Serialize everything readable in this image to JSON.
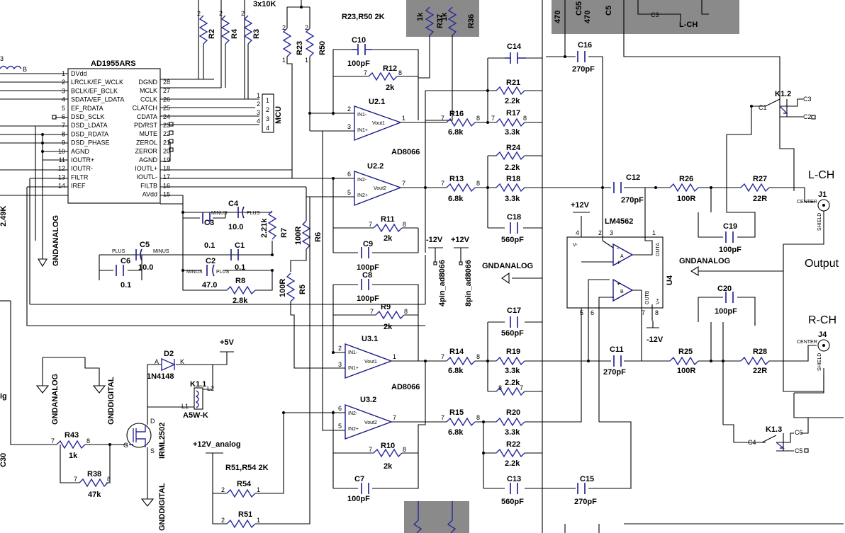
{
  "notes": {
    "r23_r50": "R23,R50 2K",
    "r51_r54": "R51,R54 2K",
    "r2_r3_r4_value": "3x10K",
    "ad8066_top": "AD8066",
    "ad8066_bottom": "AD8066",
    "pin4": "4pin_ad8066",
    "pin8": "8pin_ad8066",
    "output": "Output",
    "l_ch": "L-CH",
    "r_ch": "R-CH",
    "l_ch_top": "L-CH",
    "sig": "ig",
    "c30": "C30",
    "r_left": "2.49K"
  },
  "power": {
    "plus5": "+5V",
    "plus12": "+12V",
    "plus12_opamp": "+12V",
    "minus12_opamp": "-12V",
    "plus12_analog": "+12V_analog",
    "minus12_u4": "-12V",
    "gndanalog_left": "GNDANALOG",
    "gndanalog_mid": "GNDANALOG",
    "gndanalog_right": "GNDANALOG",
    "gndanalog_bl": "GNDANALOG",
    "gnddigital_bl": "GNDDIGITAL",
    "gnddigital_bottom": "GNDDIGITAL"
  },
  "dac": {
    "name": "AD1955ARS",
    "left_pins": [
      {
        "num": "1",
        "name": "DVdd"
      },
      {
        "num": "2",
        "name": "LRCLK/EF_WCLK"
      },
      {
        "num": "3",
        "name": "BCLK/EF_BCLK"
      },
      {
        "num": "4",
        "name": "SDATA/EF_LDATA"
      },
      {
        "num": "5",
        "name": "EF_RDATA"
      },
      {
        "num": "6",
        "name": "DSD_SCLK"
      },
      {
        "num": "7",
        "name": "DSD_LDATA"
      },
      {
        "num": "8",
        "name": "DSD_RDATA"
      },
      {
        "num": "9",
        "name": "DSD_PHASE"
      },
      {
        "num": "10",
        "name": "AGND"
      },
      {
        "num": "11",
        "name": "IOUTR+"
      },
      {
        "num": "12",
        "name": "IOUTR-"
      },
      {
        "num": "13",
        "name": "FILTR"
      },
      {
        "num": "14",
        "name": "IREF"
      }
    ],
    "right_pins": [
      {
        "num": "28",
        "name": "DGND"
      },
      {
        "num": "27",
        "name": "MCLK"
      },
      {
        "num": "26",
        "name": "CCLK"
      },
      {
        "num": "25",
        "name": "CLATCH"
      },
      {
        "num": "24",
        "name": "CDATA"
      },
      {
        "num": "23",
        "name": "PD/RST"
      },
      {
        "num": "22",
        "name": "MUTE"
      },
      {
        "num": "21",
        "name": "ZEROL"
      },
      {
        "num": "20",
        "name": "ZEROR"
      },
      {
        "num": "19",
        "name": "AGND"
      },
      {
        "num": "18",
        "name": "IOUTL+"
      },
      {
        "num": "17",
        "name": "IOUTL-"
      },
      {
        "num": "16",
        "name": "FILTB"
      },
      {
        "num": "15",
        "name": "AVdd"
      }
    ]
  },
  "mcu": {
    "name": "MCU",
    "pins": [
      "1",
      "2",
      "3",
      "4"
    ]
  },
  "opamps": {
    "u21": {
      "name": "U2.1",
      "inm": "IN1-",
      "inp": "IN1+",
      "out": "Vout1"
    },
    "u22": {
      "name": "U2.2",
      "inm": "IN2-",
      "inp": "IN2+",
      "out": "Vout2"
    },
    "u31": {
      "name": "U3.1",
      "inm": "IN1-",
      "inp": "IN1+",
      "out": "Vout1"
    },
    "u32": {
      "name": "U3.2",
      "inm": "IN2-",
      "inp": "IN2+",
      "out": "Vout2"
    },
    "u4": {
      "name": "U4",
      "part": "LM4562",
      "outa": "OUTA",
      "outb": "OUTB",
      "vm": "V-",
      "vp": "V+"
    }
  },
  "resistors": {
    "r2": "R2",
    "r3": "R3",
    "r4": "R4",
    "r23": "R23",
    "r50": "R50",
    "r37": {
      "ref": "R37",
      "val": "1k"
    },
    "r36": {
      "ref": "R36",
      "val": "1k"
    },
    "r12": {
      "ref": "R12",
      "val": "2k"
    },
    "r16": {
      "ref": "R16",
      "val": "6.8k"
    },
    "r17": {
      "ref": "R17",
      "val": "3.3k"
    },
    "r21": {
      "ref": "R21",
      "val": "2.2k"
    },
    "r24": {
      "ref": "R24",
      "val": "2.2k"
    },
    "r13": {
      "ref": "R13",
      "val": "6.8k"
    },
    "r18": {
      "ref": "R18",
      "val": "3.3k"
    },
    "r11": {
      "ref": "R11",
      "val": "2k"
    },
    "r7": {
      "ref": "R7",
      "val": "2.21k"
    },
    "r6": {
      "ref": "R6",
      "val": "100R"
    },
    "r5": {
      "ref": "R5",
      "val": "100R"
    },
    "r8": {
      "ref": "R8",
      "val": "2.8k"
    },
    "r9": {
      "ref": "R9",
      "val": "2k"
    },
    "r14": {
      "ref": "R14",
      "val": "6.8k"
    },
    "r19": {
      "ref": "R19",
      "val": "3.3k"
    },
    "r2b": {
      "val": "2.2k"
    },
    "r15": {
      "ref": "R15",
      "val": "6.8k"
    },
    "r20": {
      "ref": "R20",
      "val": "3.3k"
    },
    "r22": {
      "ref": "R22",
      "val": "2.2k"
    },
    "r10": {
      "ref": "R10",
      "val": "2k"
    },
    "r26": {
      "ref": "R26",
      "val": "100R"
    },
    "r27": {
      "ref": "R27",
      "val": "22R"
    },
    "r25": {
      "ref": "R25",
      "val": "100R"
    },
    "r28": {
      "ref": "R28",
      "val": "22R"
    },
    "r43": {
      "ref": "R43",
      "val": "1k"
    },
    "r38": {
      "ref": "R38",
      "val": "47k"
    },
    "r54": "R54",
    "r51": "R51"
  },
  "capacitors": {
    "c10": {
      "ref": "C10",
      "val": "100pF"
    },
    "c9": {
      "ref": "C9",
      "val": "100pF"
    },
    "c8": {
      "ref": "C8",
      "val": "100pF"
    },
    "c7": {
      "ref": "C7",
      "val": "100pF"
    },
    "c14": {
      "ref": "C14"
    },
    "c16": {
      "ref": "C16",
      "val": "270pF"
    },
    "c12": {
      "ref": "C12",
      "val": "270pF"
    },
    "c18": {
      "ref": "C18",
      "val": "560pF"
    },
    "c17": {
      "ref": "C17",
      "val": "560pF"
    },
    "c11": {
      "ref": "C11",
      "val": "270pF"
    },
    "c13": {
      "ref": "C13",
      "val": "560pF"
    },
    "c15": {
      "ref": "C15",
      "val": "270pF"
    },
    "c19": {
      "ref": "C19",
      "val": "100pF"
    },
    "c20": {
      "ref": "C20",
      "val": "100pF"
    },
    "c4": {
      "ref": "C4",
      "val": "10.0",
      "minus": "MINUS",
      "plus": "PLUS"
    },
    "c3": {
      "ref": "C3",
      "val": "0.1"
    },
    "c5": {
      "ref": "C5",
      "val": "10.0",
      "minus": "MINUS",
      "plus": "PLUS"
    },
    "c1": {
      "ref": "C1",
      "val": "0.1"
    },
    "c6": {
      "ref": "C6",
      "val": "0.1"
    },
    "c2": {
      "ref": "C2",
      "val": "47.0",
      "minus": "MINUS",
      "plus": "PLUS"
    },
    "c55": "C55",
    "c470": "470",
    "c55val": "470",
    "c5x": "C5"
  },
  "misc": {
    "d2": {
      "ref": "D2",
      "val": "1N4148",
      "a": "A",
      "k": "K"
    },
    "k11": {
      "ref": "K1.1",
      "val": "A5W-K",
      "l1": "L1",
      "l2": "L2"
    },
    "k12": {
      "ref": "K1.2",
      "c1": "C1",
      "c2": "C2",
      "c3": "C3"
    },
    "k13": {
      "ref": "K1.3",
      "c4": "C4",
      "c5": "C5",
      "c6": "C6"
    },
    "q": {
      "val": "IRML2502",
      "g": "G",
      "d": "D",
      "s": "S"
    },
    "j1": {
      "ref": "J1",
      "center": "CENTER",
      "shield": "SHIELD"
    },
    "j4": {
      "ref": "J4",
      "center": "CENTER",
      "shield": "SHIELD"
    },
    "c3top": "C3"
  }
}
